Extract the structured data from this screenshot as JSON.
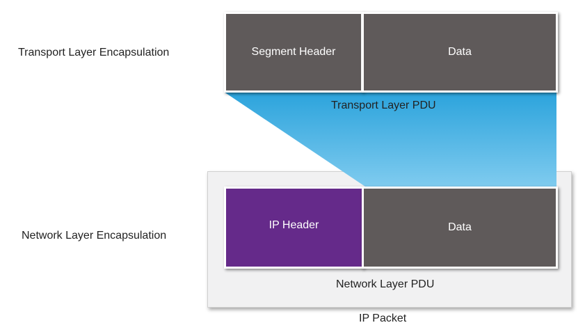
{
  "transport": {
    "label": "Transport Layer Encapsulation",
    "segment_header": "Segment Header",
    "data": "Data",
    "pdu_label": "Transport Layer PDU"
  },
  "network": {
    "label": "Network Layer Encapsulation",
    "ip_header": "IP Header",
    "data": "Data",
    "pdu_label": "Network Layer PDU",
    "packet_label": "IP Packet"
  },
  "colors": {
    "box_gray": "#5f5a5a",
    "ip_header_purple": "#652a8a",
    "funnel_blue_top": "#2ba3dc",
    "funnel_blue_bottom": "#7fcbef"
  }
}
